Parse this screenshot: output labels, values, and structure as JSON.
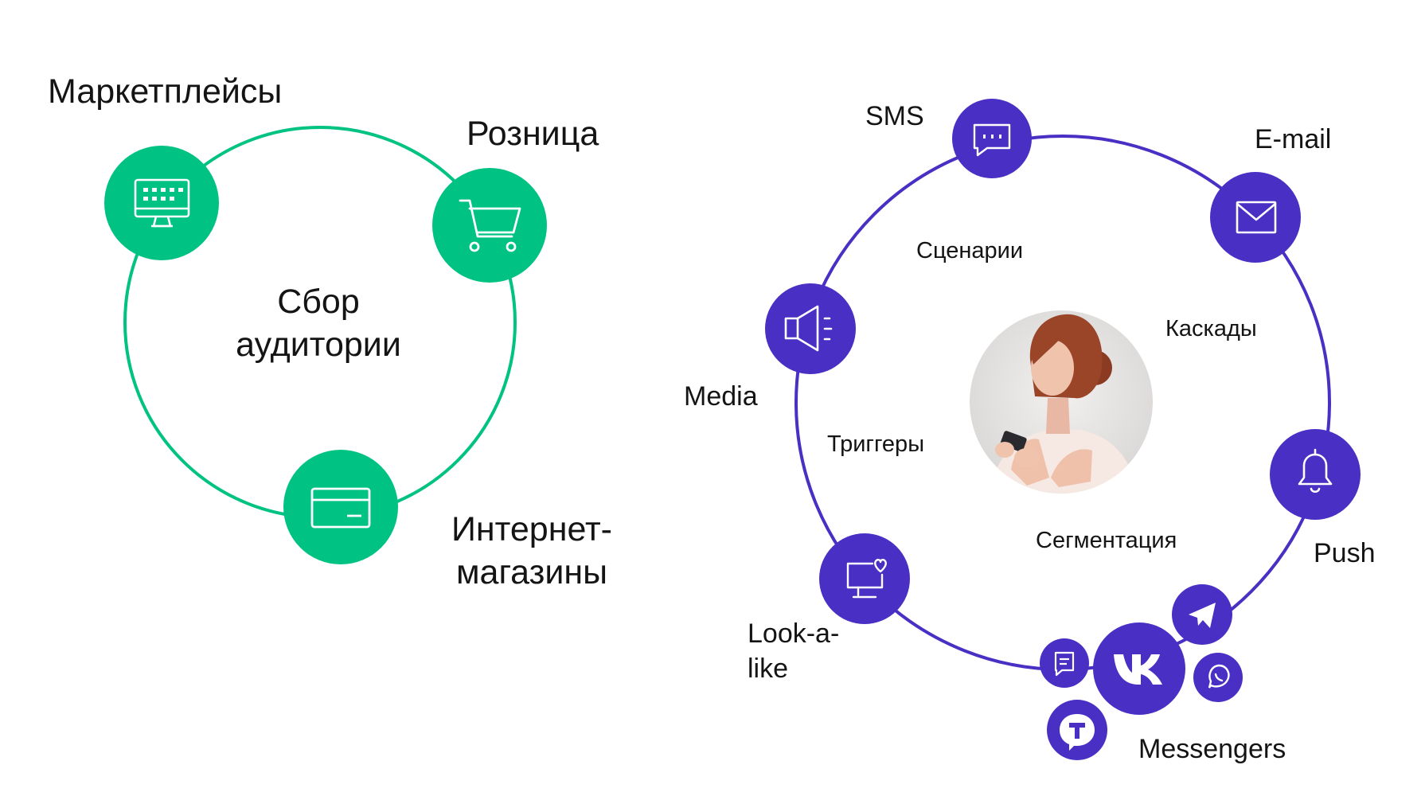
{
  "audience": {
    "center_line1": "Сбор",
    "center_line2": "аудитории",
    "marketplaces": "Маркетплейсы",
    "retail": "Розница",
    "eshops_line1": "Интернет-",
    "eshops_line2": "магазины"
  },
  "channels": {
    "sms": "SMS",
    "email": "E-mail",
    "media": "Media",
    "push": "Push",
    "lookalike_line1": "Look-a-",
    "lookalike_line2": "like",
    "messengers": "Messengers"
  },
  "mechanics": {
    "scenarios": "Сценарии",
    "cascades": "Каскады",
    "triggers": "Триггеры",
    "segmentation": "Сегментация"
  },
  "colors": {
    "green": "#00c283",
    "purple": "#4a2fc4",
    "text": "#141414"
  },
  "icons": {
    "marketplaces": "monitor-grid-icon",
    "retail": "shopping-cart-icon",
    "eshops": "credit-card-icon",
    "sms": "chat-bubble-icon",
    "email": "envelope-icon",
    "media": "megaphone-icon",
    "push": "bell-icon",
    "lookalike": "monitor-heart-icon",
    "messengers": [
      "chat-note-icon",
      "vk-icon",
      "telegram-icon",
      "whatsapp-icon",
      "tamtam-icon"
    ],
    "center": "woman-with-phone-photo"
  }
}
